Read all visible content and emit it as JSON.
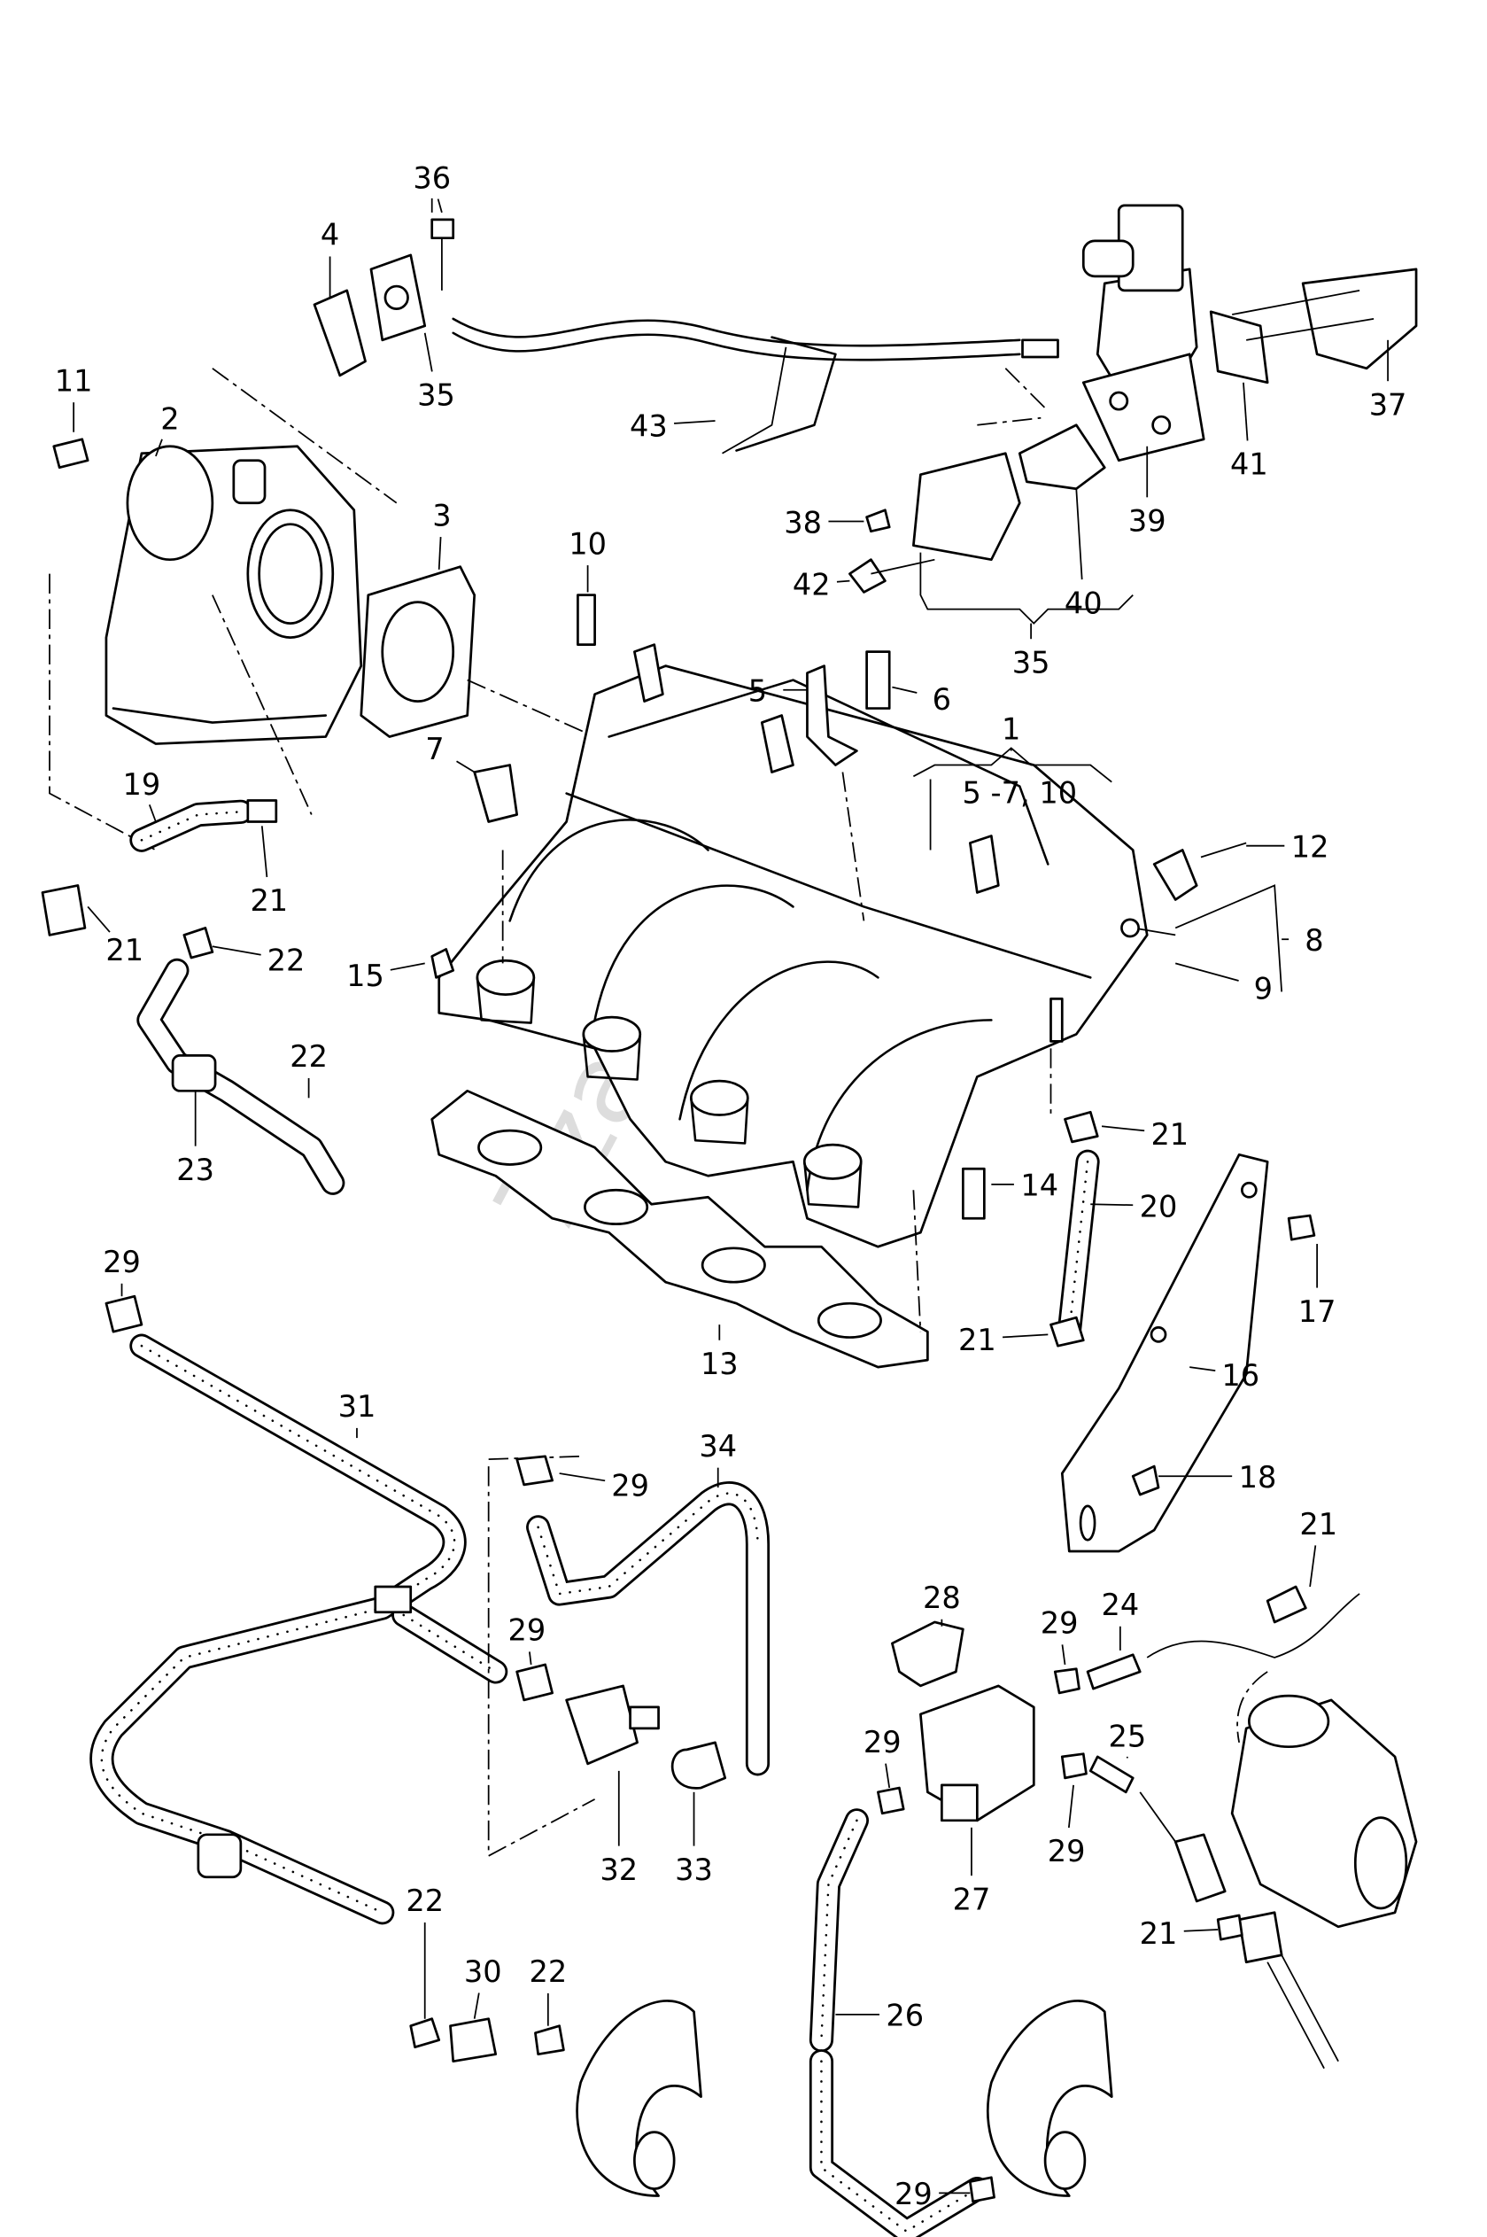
{
  "watermark": "7zap.com",
  "group_label": "5 -7, 10",
  "labels": [
    "36",
    "4",
    "11",
    "2",
    "35",
    "43",
    "37",
    "41",
    "39",
    "38",
    "42",
    "40",
    "35",
    "3",
    "10",
    "5",
    "6",
    "1",
    "7",
    "19",
    "21",
    "21",
    "22",
    "12",
    "8",
    "9",
    "15",
    "22",
    "23",
    "21",
    "14",
    "20",
    "17",
    "13",
    "21",
    "16",
    "29",
    "31",
    "34",
    "29",
    "18",
    "21",
    "28",
    "29",
    "24",
    "29",
    "29",
    "25",
    "27",
    "29",
    "32",
    "33",
    "22",
    "30",
    "22",
    "21",
    "26",
    "29"
  ]
}
